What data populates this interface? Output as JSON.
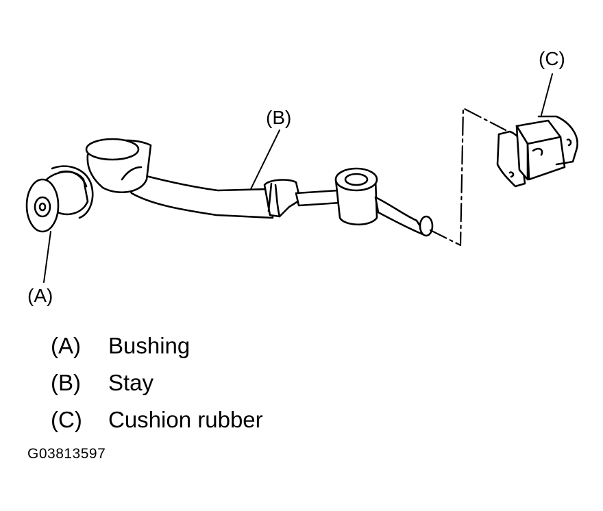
{
  "callouts": {
    "a": "(A)",
    "b": "(B)",
    "c": "(C)"
  },
  "legend": [
    {
      "key": "(A)",
      "label": "Bushing"
    },
    {
      "key": "(B)",
      "label": "Stay"
    },
    {
      "key": "(C)",
      "label": "Cushion rubber"
    }
  ],
  "figure_id": "G03813597",
  "colors": {
    "ink": "#000000",
    "paper": "#ffffff"
  }
}
